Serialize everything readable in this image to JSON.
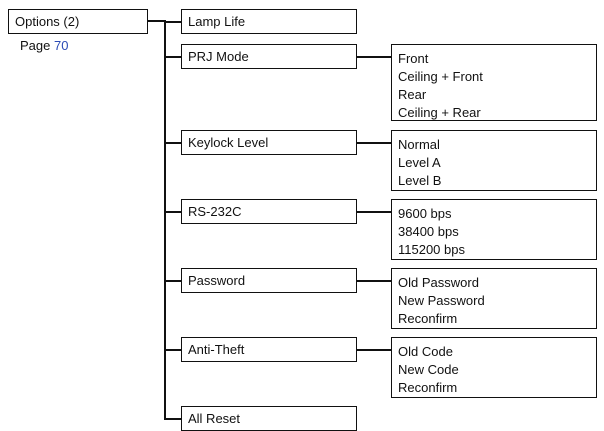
{
  "root": {
    "label": "Options (2)",
    "page_label": "Page",
    "page_number": "70"
  },
  "items": [
    {
      "label": "Lamp Life",
      "options": []
    },
    {
      "label": "PRJ Mode",
      "options": [
        "Front",
        "Ceiling + Front",
        "Rear",
        "Ceiling + Rear"
      ]
    },
    {
      "label": "Keylock Level",
      "options": [
        "Normal",
        "Level A",
        "Level B"
      ]
    },
    {
      "label": "RS-232C",
      "options": [
        "9600 bps",
        "38400 bps",
        "115200 bps"
      ]
    },
    {
      "label": "Password",
      "options": [
        "Old Password",
        "New Password",
        "Reconfirm"
      ]
    },
    {
      "label": "Anti-Theft",
      "options": [
        "Old Code",
        "New Code",
        "Reconfirm"
      ]
    },
    {
      "label": "All Reset",
      "options": []
    }
  ],
  "colors": {
    "line": "#111111",
    "page_number": "#2b4bb5"
  }
}
